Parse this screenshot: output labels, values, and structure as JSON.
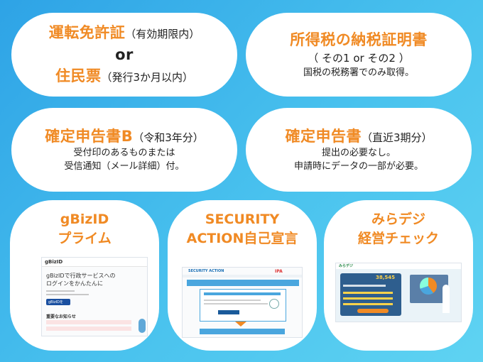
{
  "cards": [
    {
      "lines": [
        {
          "main": "運転免許証",
          "sub": "（有効期限内）"
        },
        {
          "main": "or",
          "sub": ""
        },
        {
          "main": "住民票",
          "sub": "（発行3か月以内）"
        }
      ]
    },
    {
      "title": "所得税の納税証明書",
      "subtitle": "（ その1 or その2 ）",
      "note": "国税の税務署でのみ取得。"
    },
    {
      "title": "確定申告書B",
      "title_sub": "（令和3年分）",
      "lines": [
        "受付印のあるものまたは",
        "受信通知（メール詳細）付。"
      ]
    },
    {
      "title": "確定申告書",
      "title_sub": "（直近3期分）",
      "lines": [
        "提出の必要なし。",
        "申請時にデータの一部が必要。"
      ]
    }
  ],
  "tiles": [
    {
      "title_lines": [
        "gBizID",
        "プライム"
      ],
      "screenshot": {
        "logo": "gBizID",
        "heading_lines": [
          "gBizIDで行政サービスへの",
          "ログインをかんたんに"
        ],
        "button": "gBizIDを",
        "section": "重要なお知らせ"
      }
    },
    {
      "title_lines": [
        "SECURITY",
        "ACTION自己宣言"
      ],
      "screenshot": {
        "header": "SECURITY ACTION",
        "brand": "IPA"
      }
    },
    {
      "title_lines": [
        "みらデジ",
        "経営チェック"
      ],
      "screenshot": {
        "logo": "みらデジ",
        "stat": "38,545"
      }
    }
  ],
  "colors": {
    "accent": "#f08a24",
    "background": "#3ab4ea",
    "card": "#ffffff"
  }
}
